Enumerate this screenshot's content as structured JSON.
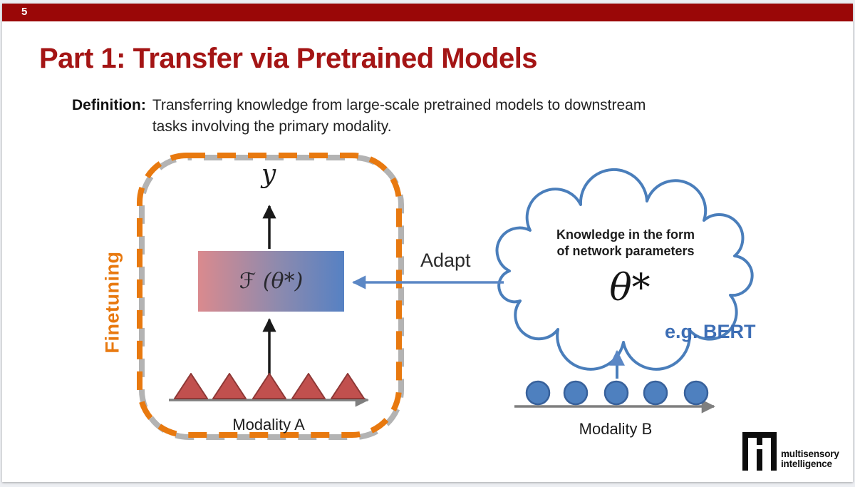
{
  "slide": {
    "number": "5"
  },
  "title": "Part 1: Transfer via Pretrained Models",
  "definition": {
    "label": "Definition:",
    "line1": "Transferring knowledge from large-scale pretrained models to downstream",
    "line2": "tasks involving the primary modality."
  },
  "finetuning_box": {
    "label": "Finetuning",
    "output_label": "y",
    "model_formula": "ℱ (θ*)",
    "modality_label": "Modality A"
  },
  "knowledge_cloud": {
    "line1": "Knowledge in the form",
    "line2": "of network parameters",
    "parameters_symbol": "θ*",
    "example_label": "e.g. BERT",
    "modality_label": "Modality B"
  },
  "adapt_label": "Adapt",
  "logo": {
    "line1": "multisensory",
    "line2": "intelligence"
  },
  "colors": {
    "header_bar": "#9a0707",
    "title_red": "#a41515",
    "accent_orange": "#e8790f",
    "accent_blue": "#4a7ebb",
    "bert_blue": "#3d6eb5",
    "gradient_left": "#da8a8e",
    "gradient_right": "#5681c3",
    "triangle_fill": "#c1504e",
    "circle_fill": "#4e80bf"
  }
}
